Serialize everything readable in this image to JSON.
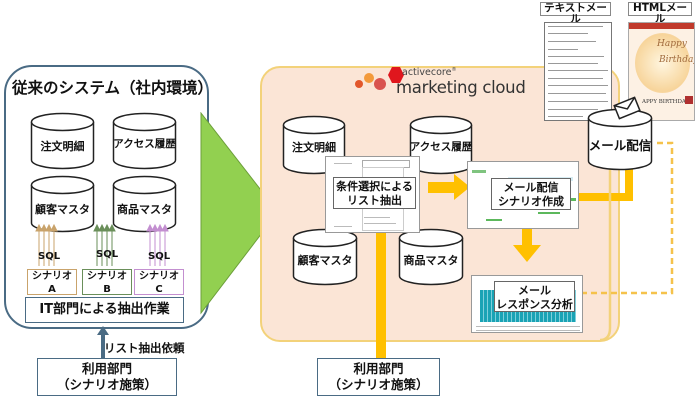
{
  "legacy_system": {
    "title": "従来のシステム（社内環境）",
    "databases": [
      "注文明細",
      "アクセス履歴",
      "顧客マスタ",
      "商品マスタ"
    ],
    "sql_label": "SQL",
    "scenarios": [
      {
        "line1": "シナリオ",
        "line2": "A",
        "color": "#c9a36b"
      },
      {
        "line1": "シナリオ",
        "line2": "B",
        "color": "#6a8f5a"
      },
      {
        "line1": "シナリオ",
        "line2": "C",
        "color": "#c38fd0"
      }
    ],
    "it_extraction": "IT部門による抽出作業",
    "request_label": "リスト抽出依頼",
    "user_dept_line1": "利用部門",
    "user_dept_line2": "（シナリオ施策）"
  },
  "marketing_cloud": {
    "logo_small": "activecore",
    "logo_large": "marketing cloud",
    "databases": [
      "注文明細",
      "アクセス履歴",
      "顧客マスタ",
      "商品マスタ"
    ],
    "list_extraction_line1": "条件選択による",
    "list_extraction_line2": "リスト抽出",
    "scenario_creation_line1": "メール配信",
    "scenario_creation_line2": "シナリオ作成",
    "response_analysis_line1": "メール",
    "response_analysis_line2": "レスポンス分析",
    "mail_delivery": "メール配信",
    "user_dept_line1": "利用部門",
    "user_dept_line2": "（シナリオ施策）"
  },
  "mail_samples": {
    "text_mail_label": "テキストメール",
    "html_mail_label": "HTMLメール",
    "html_banner_text": "APPY BIRTHDAY",
    "html_script_line1": "Happy",
    "html_script_line2": "Birthday"
  },
  "colors": {
    "transition_arrow": "#92d050",
    "flow_arrow": "#ffc000",
    "legacy_border": "#4a6b84",
    "cloud_bg": "#fbe5d6",
    "cloud_border": "#f3d27a"
  }
}
